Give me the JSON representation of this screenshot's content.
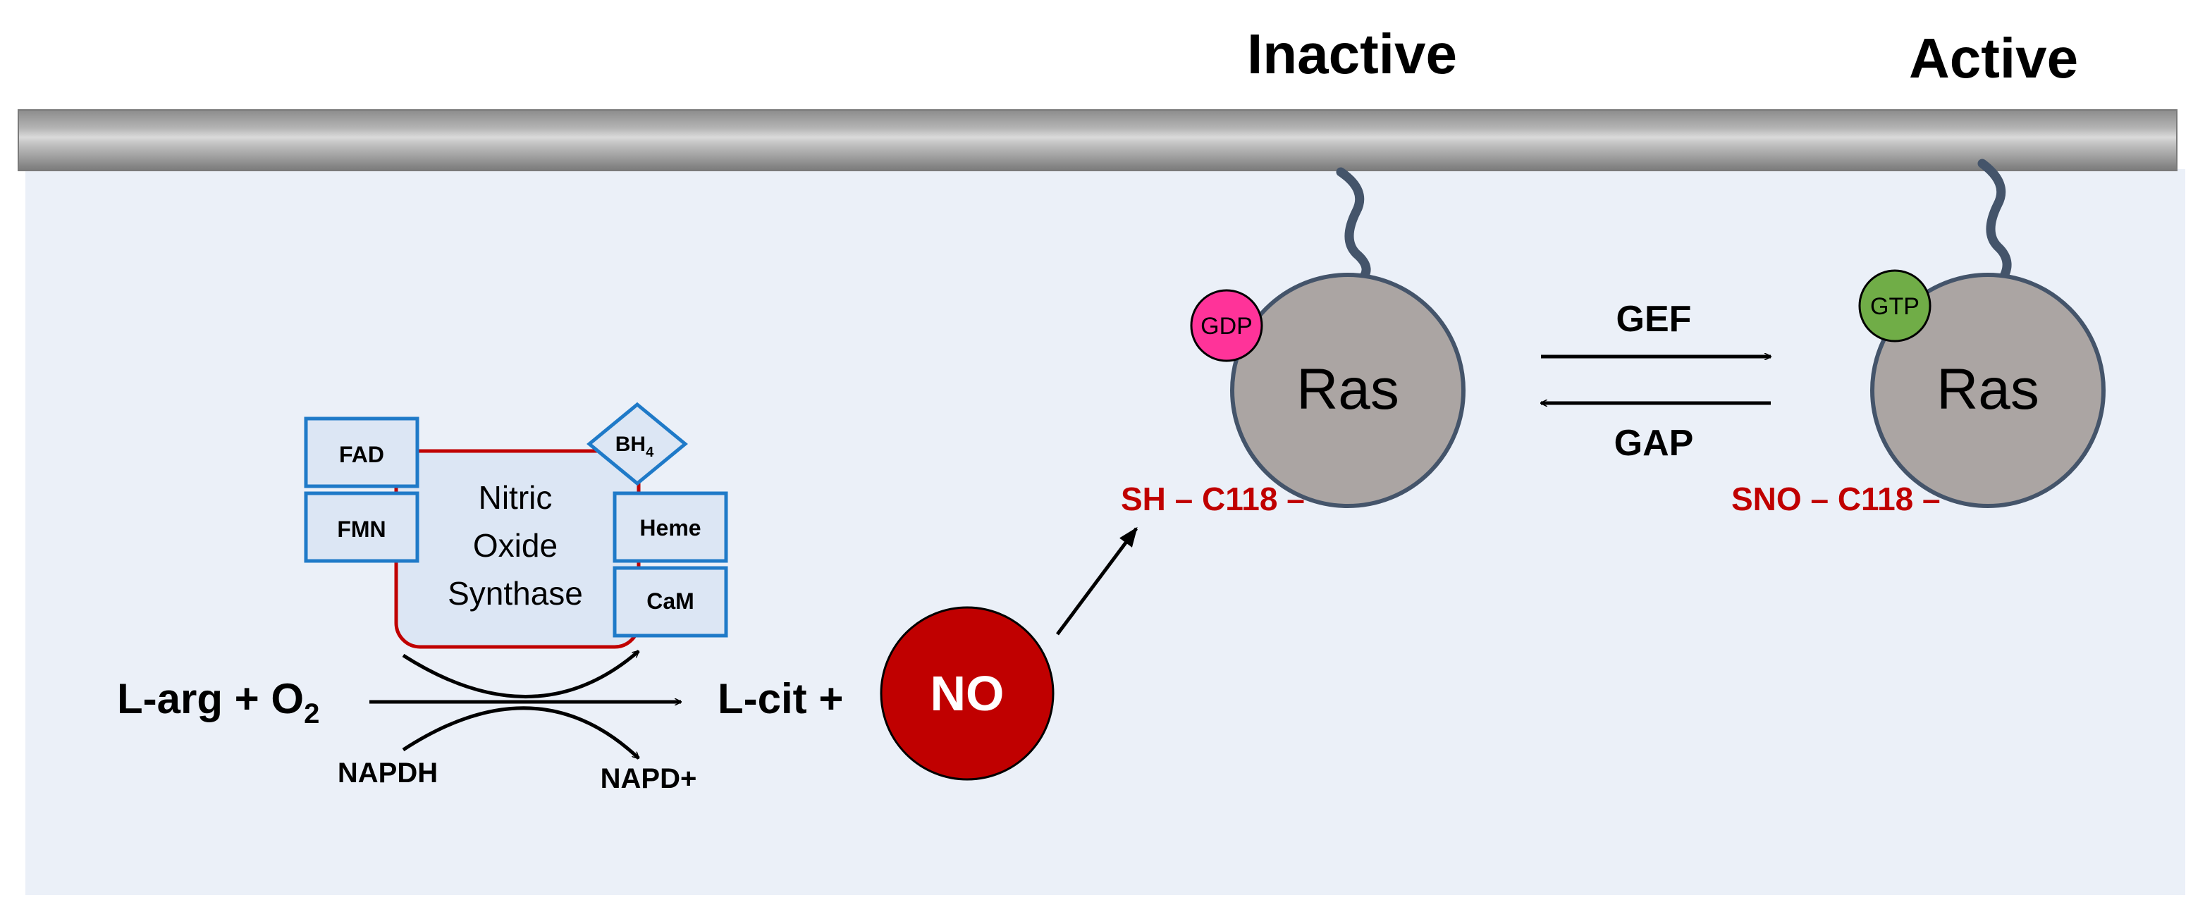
{
  "headings": {
    "inactive": "Inactive",
    "active": "Active"
  },
  "nos": {
    "title_line1": "Nitric",
    "title_line2": "Oxide",
    "title_line3": "Synthase",
    "cofactors": {
      "fad": "FAD",
      "fmn": "FMN",
      "bh4": "BH",
      "bh4_sub": "4",
      "heme": "Heme",
      "cam": "CaM"
    }
  },
  "reaction": {
    "substrate": "L-arg + O",
    "substrate_sub": "2",
    "product": "L-cit +",
    "cofactor_in": "NAPDH",
    "cofactor_out": "NAPD+",
    "no": "NO"
  },
  "ras_inactive": {
    "label": "Ras",
    "nucleotide": "GDP",
    "cysteine": "SH – C118 –"
  },
  "ras_active": {
    "label": "Ras",
    "nucleotide": "GTP",
    "cysteine": "SNO – C118 –"
  },
  "exchange": {
    "forward": "GEF",
    "reverse": "GAP"
  },
  "colors": {
    "cell_background": "#ebf0f8",
    "membrane": "#a8a8a8",
    "enzyme_outline": "#c00000",
    "enzyme_fill": "#dce6f4",
    "cofactor_outline": "#1f7ac8",
    "no_fill": "#c00000",
    "ras_fill": "#aba5a3",
    "ras_outline": "#44546a",
    "gdp": "#ff3399",
    "gtp": "#70ad47",
    "red_text": "#c00000"
  }
}
